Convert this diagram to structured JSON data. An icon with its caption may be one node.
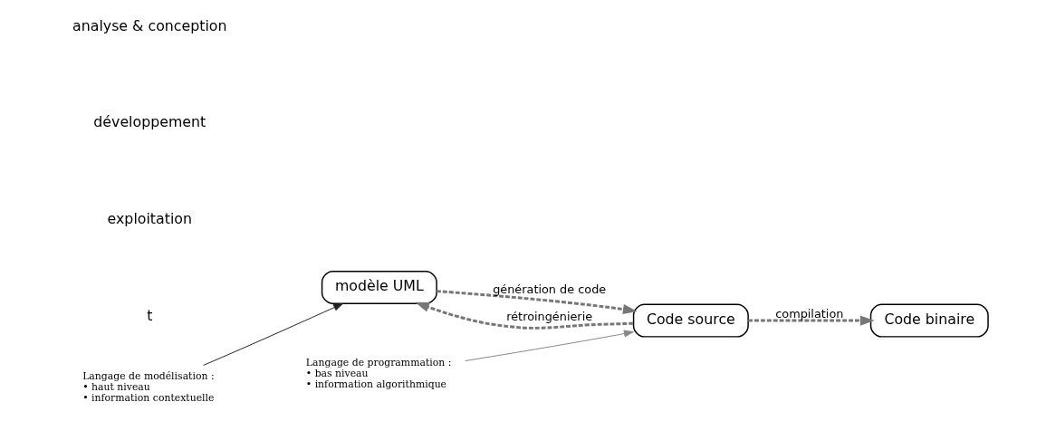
{
  "diagram": {
    "nodes": [
      {
        "text": [
          "modèle UML"
        ]
      },
      {
        "text": [
          "Code source"
        ]
      },
      {
        "text": [
          "Code binaire"
        ]
      },
      {
        "text": [
          "Langage de programmation :",
          "• bas niveau",
          "• information algorithmique"
        ]
      },
      {
        "text": [
          "Langage de modélisation :",
          "• haut niveau",
          "• information contextuelle"
        ]
      }
    ],
    "edges": [
      {
        "from": 1,
        "to": 0,
        "arrow": "to",
        "label": "rétroingénierie",
        "style": "dashed"
      },
      {
        "from": 0,
        "to": 1,
        "arrow": "to",
        "label": "génération de code",
        "style": "dashed"
      },
      {
        "from": 1,
        "to": 2,
        "arrow": "to",
        "label": "compilation",
        "style": "dashed"
      },
      {
        "from": 3,
        "to": 1,
        "arrow": "to",
        "color": "#888888"
      },
      {
        "from": 4,
        "to": 0,
        "arrow": "to",
        "color": "#222222"
      }
    ],
    "labels": [
      "analyse & conception",
      "développement",
      "exploitation",
      "t"
    ]
  }
}
